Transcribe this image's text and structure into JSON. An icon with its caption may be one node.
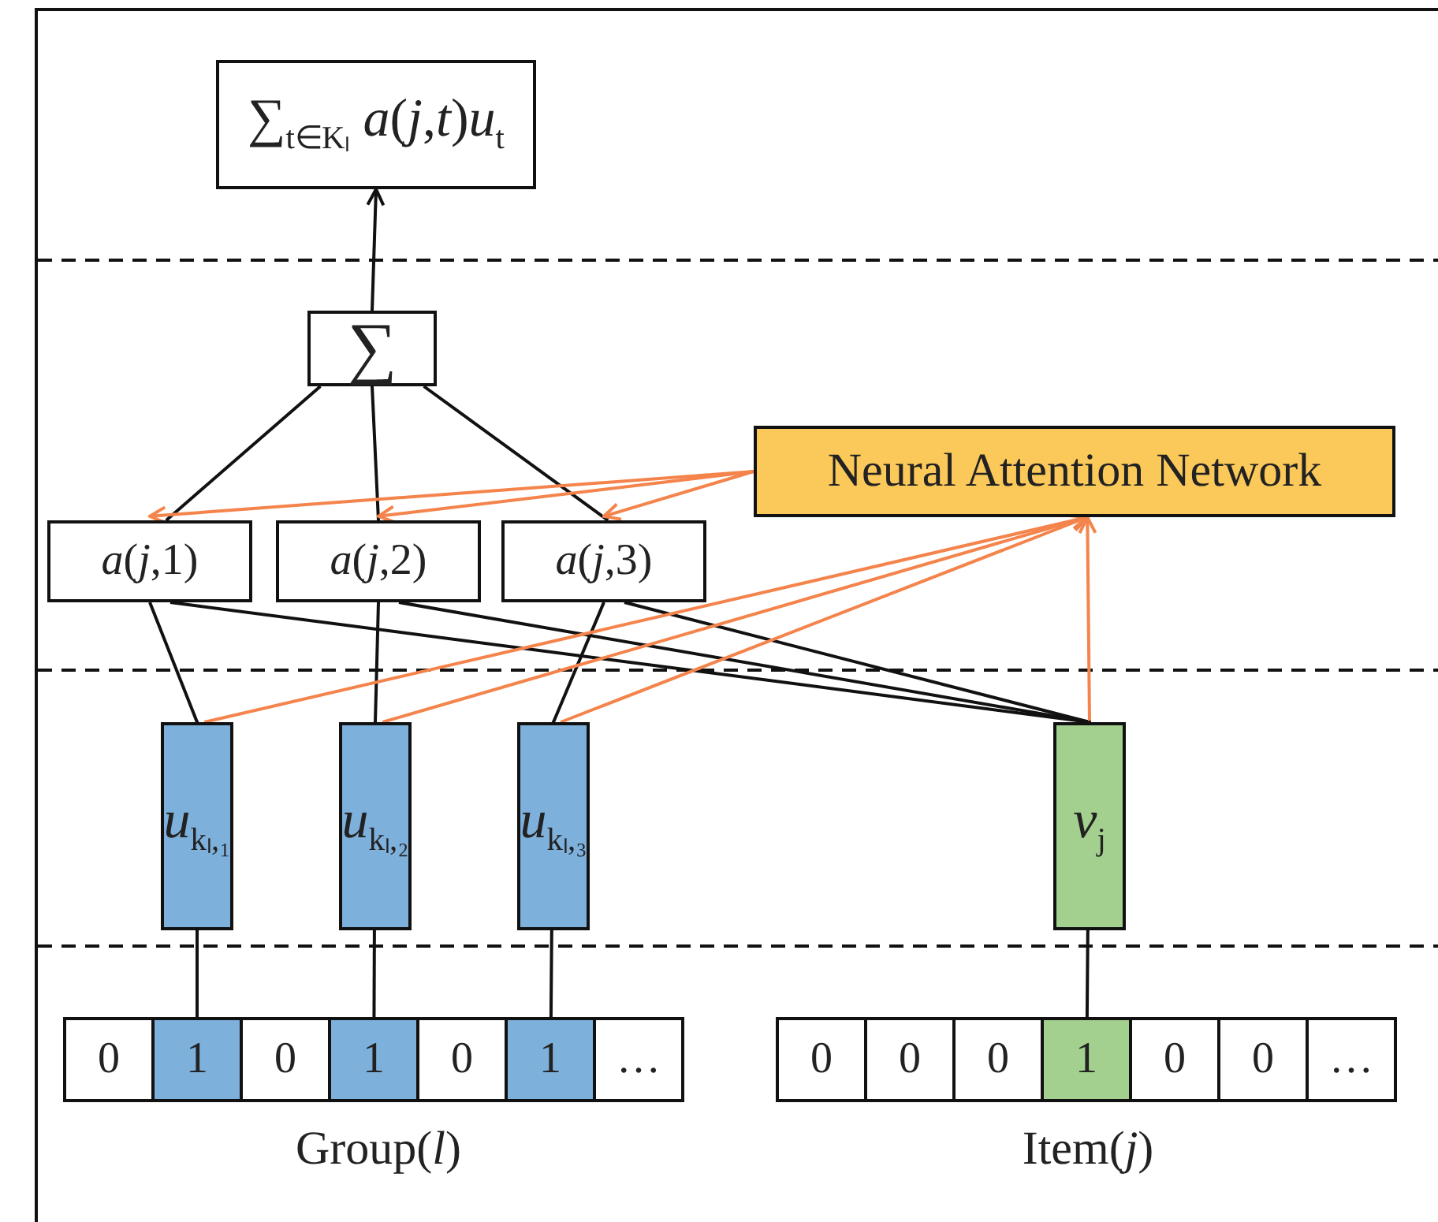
{
  "diagram": {
    "nodes": [
      {
        "text": [
          "∑$_{t∈Kₗ}$ *a*(*j*,*t*)*u*$_{t}$"
        ]
      },
      {
        "text": [
          "∑"
        ]
      },
      {
        "text": [
          "*a*(*j*,1)"
        ]
      },
      {
        "text": [
          "*a*(*j*,2)"
        ]
      },
      {
        "text": [
          "*a*(*j*,3)"
        ]
      },
      {
        "text": [
          "Neural Attention Network"
        ]
      },
      {
        "text": [
          "*u*$_{kₗ,₁}$"
        ]
      },
      {
        "text": [
          "*u*$_{kₗ,₂}$"
        ]
      },
      {
        "text": [
          "*u*$_{kₗ,₃}$"
        ]
      },
      {
        "text": [
          "*v*$_{j}$"
        ]
      },
      {
        "text": [
          "0"
        ]
      },
      {
        "text": [
          "1"
        ]
      },
      {
        "text": [
          "0"
        ]
      },
      {
        "text": [
          "1"
        ]
      },
      {
        "text": [
          "0"
        ]
      },
      {
        "text": [
          "1"
        ]
      },
      {
        "text": [
          "…"
        ]
      },
      {
        "text": [
          "0"
        ]
      },
      {
        "text": [
          "0"
        ]
      },
      {
        "text": [
          "0"
        ]
      },
      {
        "text": [
          "1"
        ]
      },
      {
        "text": [
          "0"
        ]
      },
      {
        "text": [
          "0"
        ]
      },
      {
        "text": [
          "…"
        ]
      }
    ],
    "edges": [
      {
        "from": 1,
        "to": 0,
        "arrow": "to"
      },
      {
        "from": 2,
        "to": 1,
        "arrow": "none"
      },
      {
        "from": 3,
        "to": 1,
        "arrow": "none"
      },
      {
        "from": 4,
        "to": 1,
        "arrow": "none"
      },
      {
        "from": 5,
        "to": 2,
        "arrow": "to",
        "color": "#f4844c"
      },
      {
        "from": 5,
        "to": 3,
        "arrow": "to",
        "color": "#f4844c"
      },
      {
        "from": 5,
        "to": 4,
        "arrow": "to",
        "color": "#f4844c"
      },
      {
        "from": 6,
        "to": 2,
        "arrow": "none"
      },
      {
        "from": 7,
        "to": 3,
        "arrow": "none"
      },
      {
        "from": 8,
        "to": 4,
        "arrow": "none"
      },
      {
        "from": 9,
        "to": 2,
        "arrow": "none"
      },
      {
        "from": 9,
        "to": 3,
        "arrow": "none"
      },
      {
        "from": 9,
        "to": 4,
        "arrow": "none"
      },
      {
        "from": 6,
        "to": 5,
        "arrow": "to",
        "color": "#f4844c"
      },
      {
        "from": 7,
        "to": 5,
        "arrow": "to",
        "color": "#f4844c"
      },
      {
        "from": 8,
        "to": 5,
        "arrow": "to",
        "color": "#f4844c"
      },
      {
        "from": 9,
        "to": 5,
        "arrow": "to",
        "color": "#f4844c"
      },
      {
        "from": 11,
        "to": 6,
        "arrow": "to"
      },
      {
        "from": 13,
        "to": 7,
        "arrow": "to"
      },
      {
        "from": 15,
        "to": 8,
        "arrow": "to"
      },
      {
        "from": 20,
        "to": 9,
        "arrow": "to"
      }
    ],
    "labels": [
      "Group(*l*)",
      "Item(*j*)"
    ]
  }
}
